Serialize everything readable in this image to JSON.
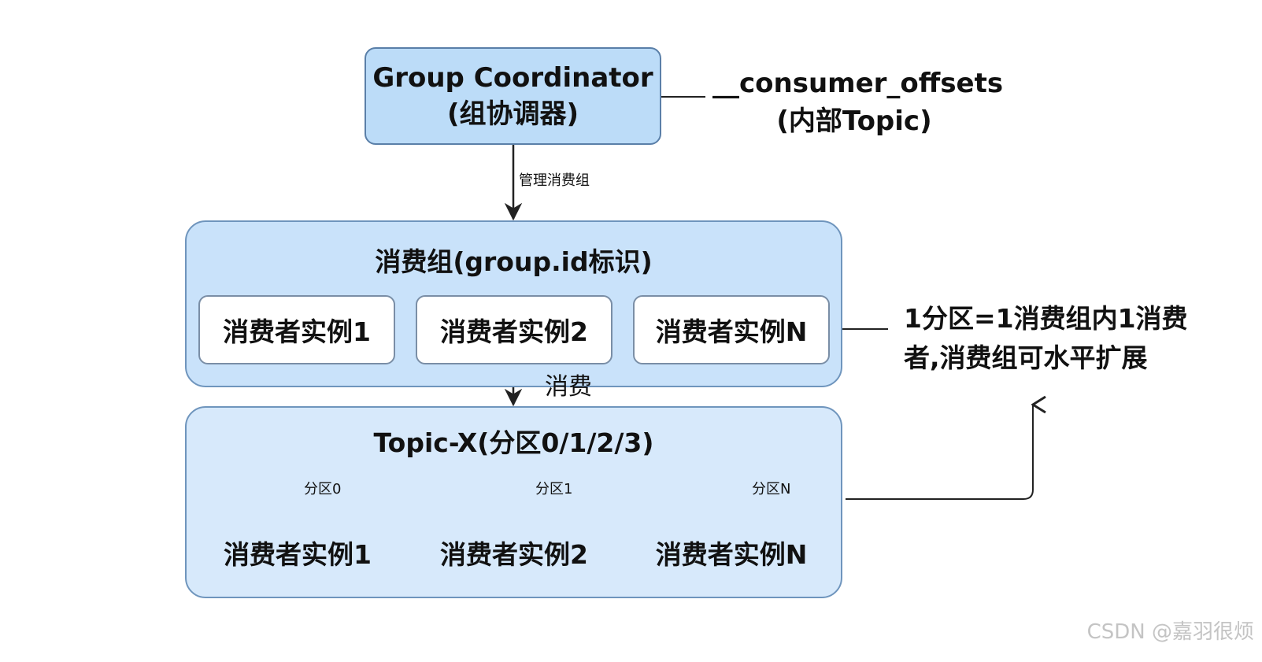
{
  "coordinator": {
    "title_line1": "Group Coordinator",
    "title_line2": "(组协调器)"
  },
  "offsets": {
    "line1": "__consumer_offsets",
    "line2": "(内部Topic)"
  },
  "edge_labels": {
    "manage": "管理消费组",
    "consume": "消费",
    "partition0": "分区0",
    "partition1": "分区1",
    "partitionN": "分区N"
  },
  "consumer_group": {
    "title": "消费组(group.id标识)",
    "instances": [
      "消费者实例1",
      "消费者实例2",
      "消费者实例N"
    ]
  },
  "topic": {
    "title": "Topic-X(分区0/1/2/3)",
    "partitions": [
      "消费者实例1",
      "消费者实例2",
      "消费者实例N"
    ]
  },
  "note": {
    "line1": "1分区=1消费组内1消费",
    "line2": "者,消费组可水平扩展"
  },
  "watermark": "CSDN @嘉羽很烦",
  "colors": {
    "coordinator_fill": "#bcdcf8",
    "panel_fill": "#c9e2fa",
    "cylinder_fill": "#b5d6f5",
    "line": "#222222"
  }
}
